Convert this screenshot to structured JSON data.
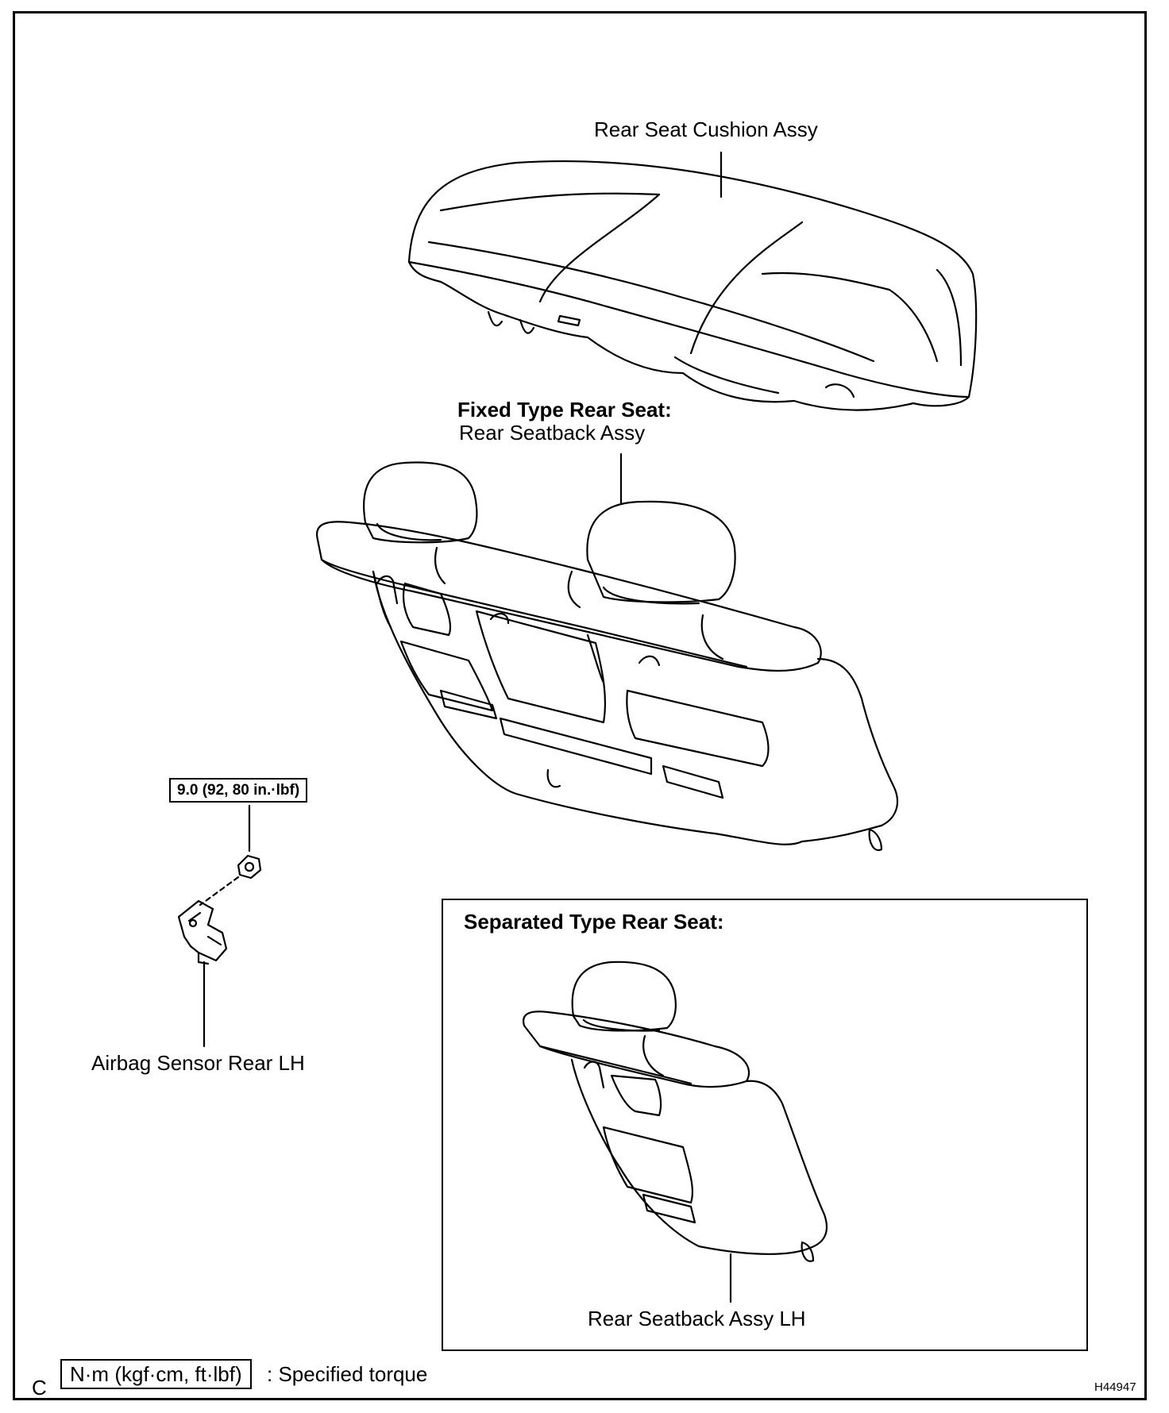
{
  "labels": {
    "cushion": "Rear Seat Cushion Assy",
    "fixed_heading": "Fixed Type Rear Seat:",
    "seatback": "Rear Seatback Assy",
    "torque": "9.0 (92, 80 in.·lbf)",
    "sensor": "Airbag Sensor Rear LH",
    "separated_heading": "Separated Type Rear Seat:",
    "seatback_lh": "Rear Seatback Assy LH"
  },
  "legend": {
    "prefix": "C",
    "unit": "N·m (kgf·cm, ft·lbf)",
    "description": ": Specified torque"
  },
  "figure_id": "H44947"
}
